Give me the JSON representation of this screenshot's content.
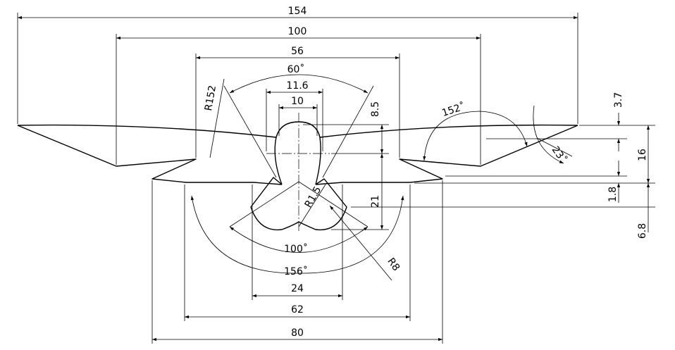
{
  "labels": {
    "dim_154": "154",
    "dim_100": "100",
    "dim_56": "56",
    "dim_60deg": "60˚",
    "dim_11_6": "11.6",
    "dim_10": "10",
    "dim_r152": "R152",
    "dim_8_5": "8.5",
    "dim_152deg": "152˚",
    "dim_23deg": "23˚",
    "dim_3_7": "3.7",
    "dim_16": "16",
    "dim_1_8": "1.8",
    "dim_6_8": "6.8",
    "dim_21": "21",
    "dim_r1_5": "R1.5",
    "dim_r8": "R8",
    "dim_100deg": "100˚",
    "dim_156deg": "156˚",
    "dim_24": "24",
    "dim_62": "62",
    "dim_80": "80"
  }
}
